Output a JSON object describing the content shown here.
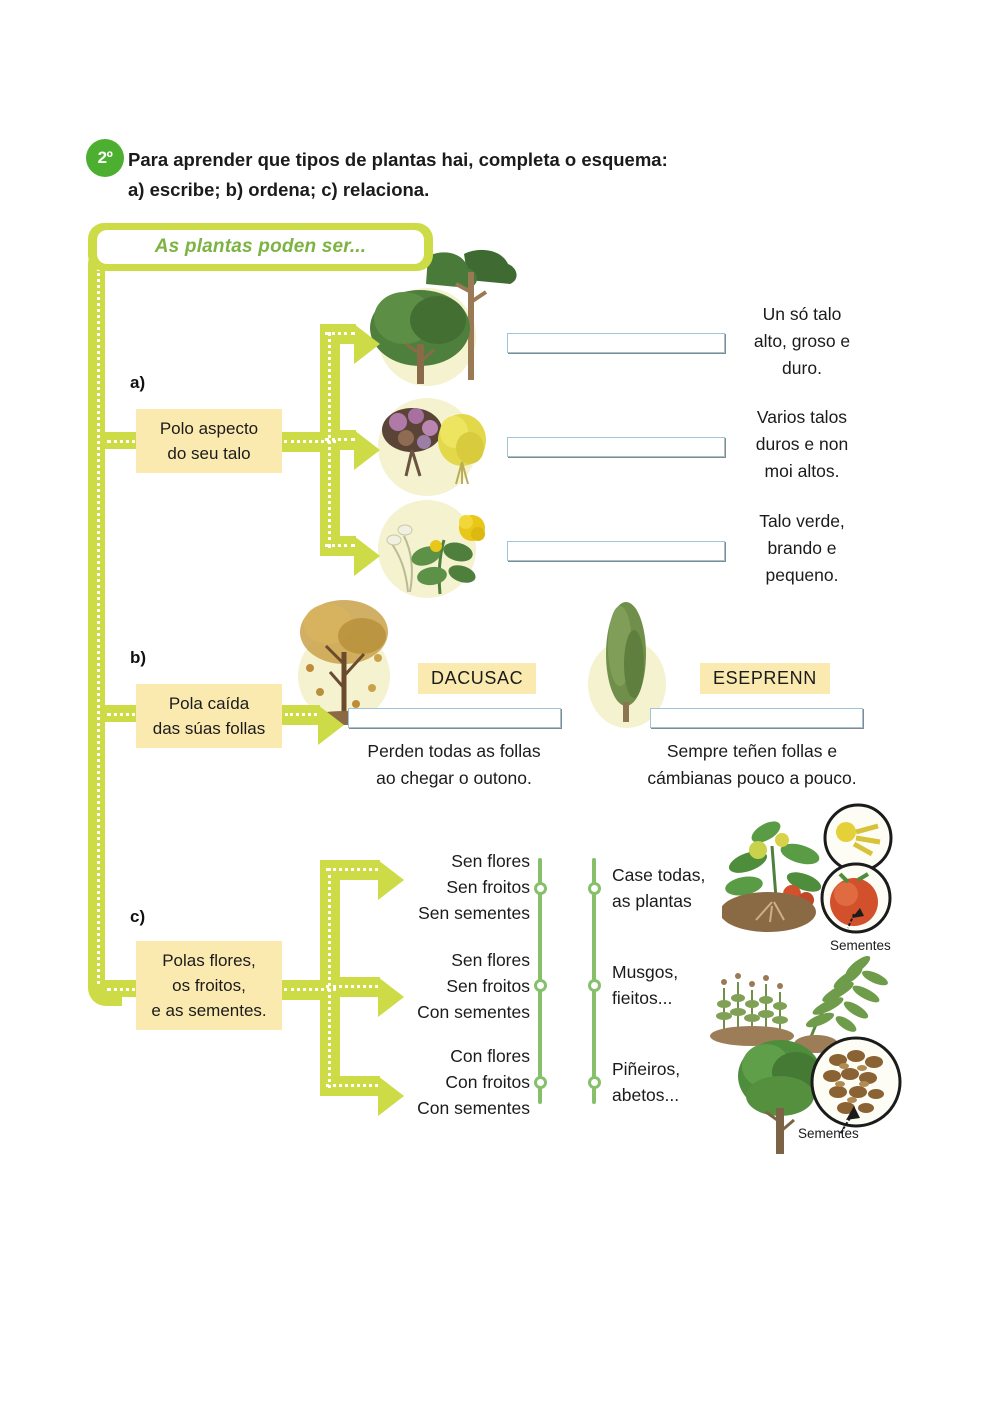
{
  "question": {
    "number": "2º",
    "prompt": "Para aprender que tipos de plantas hai, completa o esquema: a) escribe; b) ordena; c) relaciona."
  },
  "title_pill": {
    "label": "As plantas poden ser..."
  },
  "sections": {
    "a": {
      "letter": "a)",
      "label": "Polo aspecto\ndo seu talo",
      "label_line1": "Polo aspecto",
      "label_line2": "do seu talo",
      "answers": [
        "",
        "",
        ""
      ],
      "answer_placeholder": "",
      "descriptions": [
        "Un só talo alto, groso e duro.",
        "Varios talos duros e non moi altos.",
        "Talo verde, brando e pequeno."
      ],
      "description_lines": [
        [
          "Un só talo",
          "alto, groso e",
          "duro."
        ],
        [
          "Varios talos",
          "duros e non",
          "moi altos."
        ],
        [
          "Talo verde,",
          "brando e",
          "pequeno."
        ]
      ],
      "images": [
        "tree-art",
        "shrub-art",
        "herb-art"
      ]
    },
    "b": {
      "letter": "b)",
      "label_line1": "Pola caída",
      "label_line2": "das súas follas",
      "scrambled": [
        "DACUSAC",
        "ESEPRENN"
      ],
      "answers": [
        "",
        ""
      ],
      "description_lines": [
        [
          "Perden todas as follas",
          "ao chegar o outono."
        ],
        [
          "Sempre teñen follas e",
          "cámbianas pouco a pouco."
        ]
      ],
      "images": [
        "deciduous-tree-art",
        "cypress-tree-art"
      ]
    },
    "c": {
      "letter": "c)",
      "label_line1": "Polas flores,",
      "label_line2": "os froitos,",
      "label_line3": "e as sementes.",
      "left_groups": [
        [
          "Sen flores",
          "Sen froitos",
          "Sen sementes"
        ],
        [
          "Sen flores",
          "Sen froitos",
          "Con sementes"
        ],
        [
          "Con flores",
          "Con froitos",
          "Con sementes"
        ]
      ],
      "right_groups": [
        [
          "Case todas,",
          "as plantas"
        ],
        [
          "Musgos,",
          "fieitos..."
        ],
        [
          "Piñeiros,",
          "abetos..."
        ]
      ],
      "captions": [
        "Sementes",
        "Sementes"
      ],
      "images": [
        "tomato-plant-art",
        "moss-fern-art",
        "pine-cone-art"
      ]
    }
  },
  "colors": {
    "green_arrow": "#cddb46",
    "yellow_label": "#fbeab0",
    "badge_green": "#4caf2f",
    "title_green": "#7cb342",
    "rail_green": "#86c06a",
    "input_border": "#9fc3d9",
    "blob": "#f4f2cf"
  }
}
